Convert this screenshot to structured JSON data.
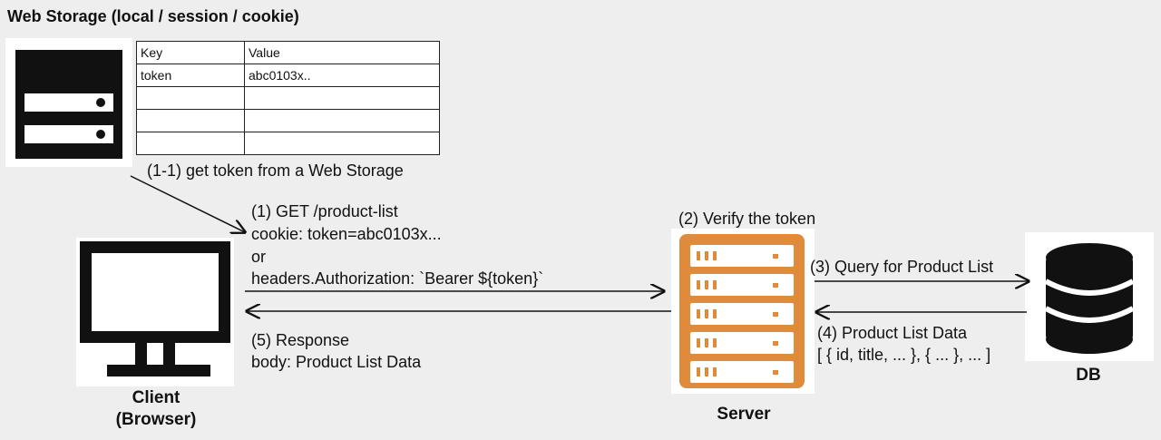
{
  "title": "Web Storage (local / session / cookie)",
  "storage_table": {
    "headers": [
      "Key",
      "Value"
    ],
    "rows": [
      [
        "token",
        "abc0103x.."
      ],
      [
        "",
        ""
      ],
      [
        "",
        ""
      ],
      [
        "",
        ""
      ]
    ]
  },
  "steps": {
    "s1_1": "(1-1) get token from a Web Storage",
    "s1_line1": "(1) GET /product-list",
    "s1_line2": "cookie: token=abc0103x...",
    "s1_line3": "or",
    "s1_line4": "headers.Authorization: `Bearer ${token}`",
    "s2": "(2) Verify the token",
    "s3": "(3) Query for Product List",
    "s4_line1": "(4) Product List Data",
    "s4_line2": "[ { id, title, ... }, { ... }, ... ]",
    "s5_line1": "(5)  Response",
    "s5_line2": "body: Product List Data"
  },
  "nodes": {
    "client_line1": "Client",
    "client_line2": "(Browser)",
    "server": "Server",
    "db": "DB"
  },
  "colors": {
    "server": "#e08a3c",
    "icon": "#111111",
    "panel": "#ffffff",
    "background": "#eeeeee"
  }
}
